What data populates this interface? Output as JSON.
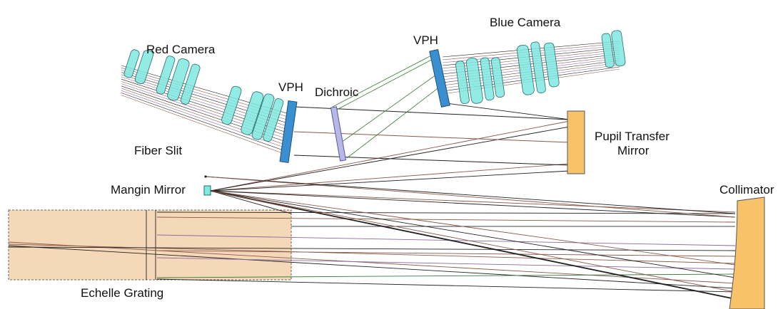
{
  "labels": {
    "red_camera": "Red Camera",
    "blue_camera": "Blue Camera",
    "vph_red": "VPH",
    "vph_blue": "VPH",
    "dichroic": "Dichroic",
    "fiber_slit": "Fiber Slit",
    "mangin_mirror": "Mangin Mirror",
    "pupil_transfer_line1": "Pupil Transfer",
    "pupil_transfer_line2": "Mirror",
    "collimator": "Collimator",
    "echelle_grating": "Echelle Grating"
  },
  "colors": {
    "lens": "#7fe8e0",
    "lens_stroke": "#2a6b6b",
    "vph": "#3a8fd0",
    "dichroic": "#b8b8e8",
    "mirror": "#f7c26a",
    "grating": "#f5d8b8",
    "ray_dark": "#222222",
    "ray_brown": "#8a5a4a",
    "ray_green": "#3a7a3a",
    "ray_purple": "#8a6aa0"
  }
}
